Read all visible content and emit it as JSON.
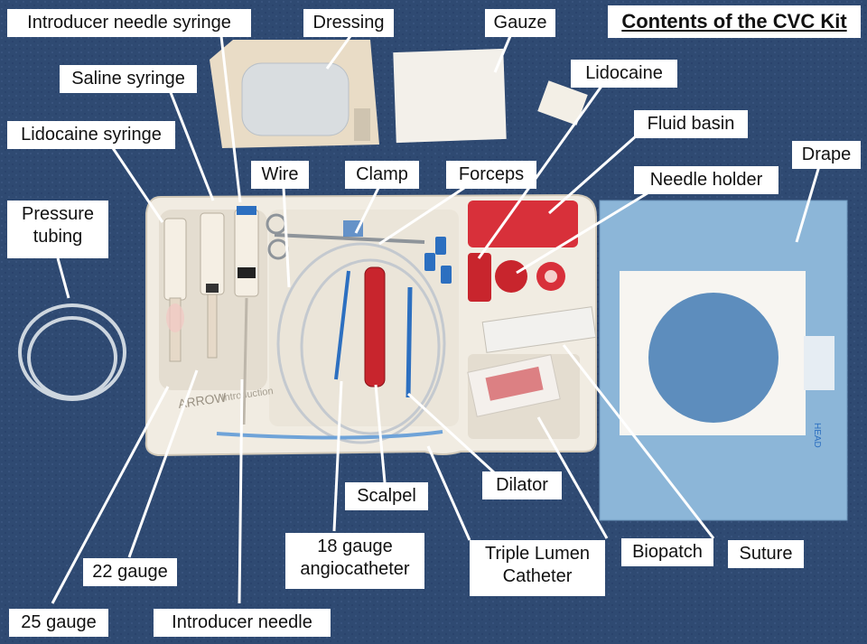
{
  "title": "Contents of the CVC Kit",
  "labels": {
    "introducer_needle_syringe": "Introducer needle syringe",
    "dressing": "Dressing",
    "gauze": "Gauze",
    "saline_syringe": "Saline syringe",
    "lidocaine": "Lidocaine",
    "lidocaine_syringe": "Lidocaine syringe",
    "fluid_basin": "Fluid basin",
    "wire": "Wire",
    "clamp": "Clamp",
    "forceps": "Forceps",
    "drape": "Drape",
    "needle_holder": "Needle holder",
    "pressure_tubing": "Pressure tubing",
    "dilator": "Dilator",
    "scalpel": "Scalpel",
    "angiocatheter": "18 gauge angiocatheter",
    "triple_lumen_catheter": "Triple Lumen Catheter",
    "biopatch": "Biopatch",
    "suture": "Suture",
    "gauge_22": "22 gauge",
    "gauge_25": "25 gauge",
    "introducer_needle": "Introducer needle"
  },
  "tray_texts": {
    "brand": "ARROW",
    "tray_print": "Introduction",
    "drape_tag": "HEAD"
  },
  "colors": {
    "background": "#2f4a72",
    "tray": "#f1ece2",
    "drape": "#8cb6d8",
    "blue_parts": "#2c6fc0",
    "red_parts": "#c8252d",
    "label_bg": "#ffffff"
  }
}
